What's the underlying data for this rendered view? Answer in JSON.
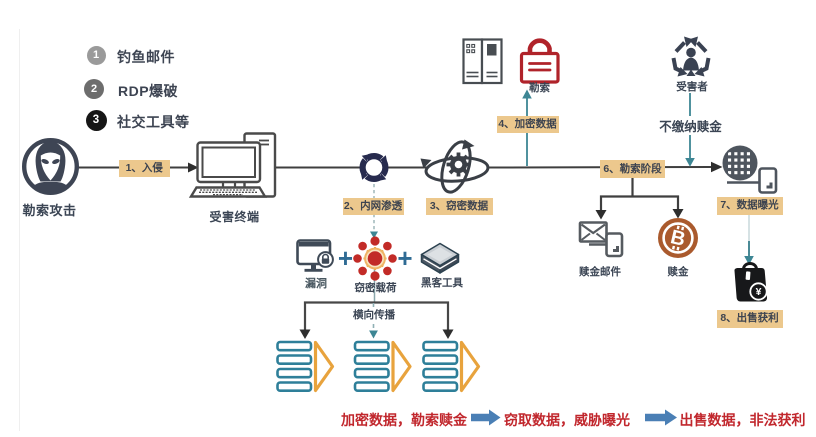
{
  "diagram_title": "ransomware-attack-flow",
  "intro": {
    "items": [
      {
        "num": "1",
        "label": "钓鱼邮件"
      },
      {
        "num": "2",
        "label": "RDP爆破"
      },
      {
        "num": "3",
        "label": "社交工具等"
      }
    ]
  },
  "steps": {
    "s1": "1、入侵",
    "s2": "2、内网渗透",
    "s3": "3、窃密数据",
    "s4": "4、加密数据",
    "s6": "6、勒索阶段",
    "s7": "7、数据曝光",
    "s8": "8、出售获利"
  },
  "nodes": {
    "attacker": "勒索攻击",
    "victim_terminal": "受害终端",
    "ransom_lock": "勒索",
    "victim": "受害者",
    "no_pay": "不缴纳赎金",
    "ransom_mail": "赎金邮件",
    "ransom": "赎金",
    "vulnerability": "漏洞",
    "payload": "窃密载荷",
    "hacker_tools": "黑客工具",
    "lateral_spread": "横向传播"
  },
  "summary": {
    "phase1": "加密数据，勒索赎金",
    "phase2": "窃取数据，威胁曝光",
    "phase3": "出售数据，非法获利"
  },
  "operators": {
    "plus": "+"
  },
  "glyphs": {
    "bitcoin": "B",
    "yuan": "¥"
  },
  "colors": {
    "label_bg": "#ecc88d",
    "dark_slate": "#3b4554",
    "line_dark": "#3f3f3f",
    "teal": "#3d8694",
    "red_lock": "#b0232a",
    "red_text": "#c1272d",
    "malware_red": "#c22b27",
    "orange": "#e8a33d",
    "stack_teal": "#2e7f99",
    "bitcoin_rust": "#aa5a2d",
    "steel_blue": "#4a7fb5",
    "navy_ring": "#272b4e"
  }
}
